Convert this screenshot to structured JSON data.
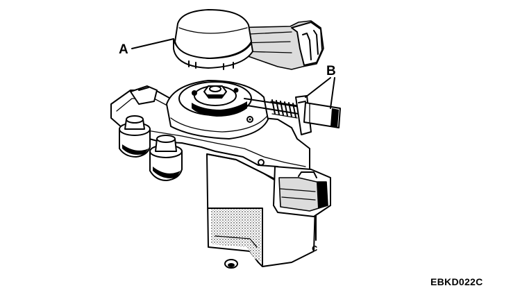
{
  "labels": {
    "a": "A",
    "b": "B",
    "c": "c"
  },
  "figure_code": "EBKD022C"
}
